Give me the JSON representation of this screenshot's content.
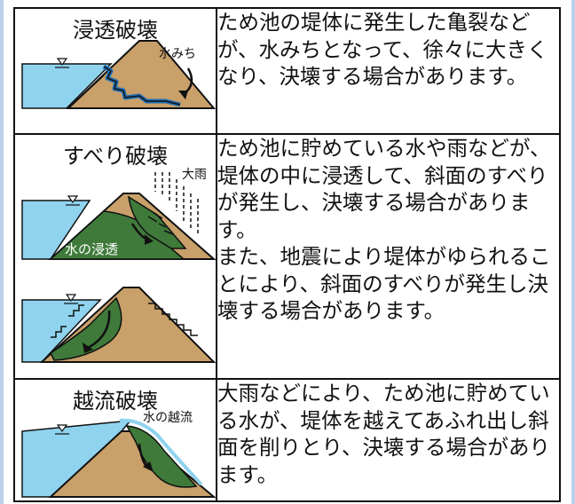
{
  "rows": [
    {
      "title": "浸透破壊",
      "label_seepage_path": "水みち",
      "description": "ため池の堤体に発生した亀裂などが、水みちとなって、徐々に大きくなり、決壊する場合があります。"
    },
    {
      "title": "すべり破壊",
      "label_heavy_rain": "大雨",
      "label_infiltration": "水の浸透",
      "description_1": "ため池に貯めている水や雨などが、堤体の中に浸透して、斜面のすべりが発生し、決壊する場合があります。",
      "description_2": "また、地震により堤体がゆられることにより、斜面のすべりが発生し決壊する場合があります。"
    },
    {
      "title": "越流破壊",
      "label_overflow": "水の越流",
      "description": "大雨などにより、ため池に貯めている水が、堤体を越えてあふれ出し斜面を削りとり、決壊する場合があります。"
    }
  ],
  "colors": {
    "water": "#8fd3ee",
    "embankment": "#c9a06a",
    "saturated": "#3f7a3a",
    "border": "#111111"
  }
}
